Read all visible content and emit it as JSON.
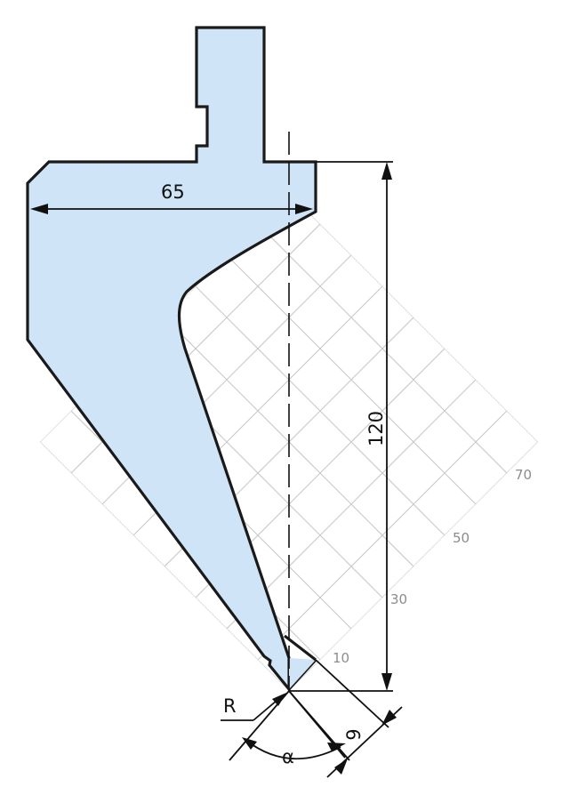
{
  "diagram": {
    "colors": {
      "tool_fill": "#cfe4f7",
      "tool_outline": "#1a1a1a",
      "grid": "#c8c8c8",
      "dimension": "#111111",
      "tick_text": "#8c8c8c"
    },
    "dimensions": {
      "width_label": "65",
      "height_label": "120",
      "radius_label": "R",
      "angle_label": "α",
      "gap_label": "9"
    },
    "grid_scale_labels": [
      "10",
      "30",
      "50",
      "70"
    ]
  }
}
